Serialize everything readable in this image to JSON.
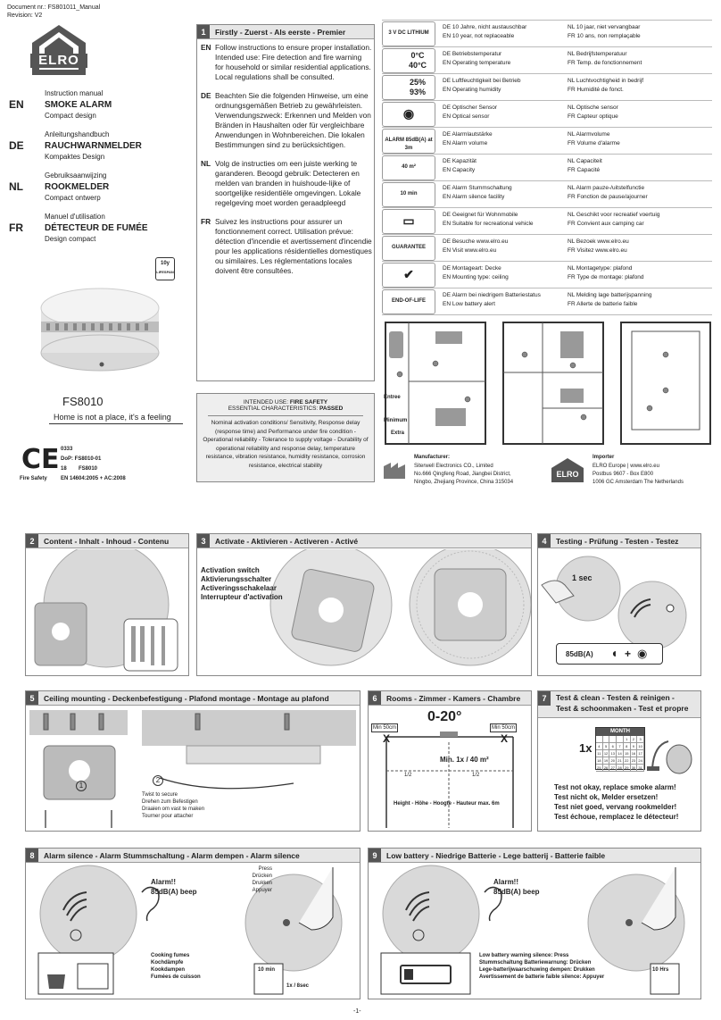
{
  "doc": {
    "number": "Document nr.: FS801011_Manual",
    "revision": "Revision: V2",
    "page": "-1-"
  },
  "brand": {
    "logo_text": "ELRO"
  },
  "languages": [
    {
      "sub": "Instruction manual",
      "code": "EN",
      "title": "SMOKE ALARM",
      "design": "Compact design"
    },
    {
      "sub": "Anleitungshandbuch",
      "code": "DE",
      "title": "RAUCHWARNMELDER",
      "design": "Kompaktes Design"
    },
    {
      "sub": "Gebruiksaanwijzing",
      "code": "NL",
      "title": "ROOKMELDER",
      "design": "Compact ontwerp"
    },
    {
      "sub": "Manuel d'utilisation",
      "code": "FR",
      "title": "DÉTECTEUR DE FUMÉE",
      "design": "Design compact"
    }
  ],
  "product": {
    "model": "FS8010",
    "slogan": "Home is not a place, it's a feeling",
    "badge_top": "10y",
    "badge_bottom": "LIFESPAN"
  },
  "cert": {
    "ce": "CE",
    "number": "0333",
    "dop": "DoP: FS8010-01",
    "year": "18",
    "model": "FS8010",
    "safety_label": "Fire Safety",
    "standard": "EN 14604:2005 + AC:2008"
  },
  "section1": {
    "num": "1",
    "title": "Firstly - Zuerst - Als eerste - Premier",
    "paras": [
      {
        "code": "EN",
        "text": "Follow instructions to ensure proper installation. Intended use: Fire detection and fire warning for household or similar residential applications. Local regulations shall be consulted."
      },
      {
        "code": "DE",
        "text": "Beachten Sie die folgenden Hinweise, um eine ordnungsgemäßen Betrieb zu gewährleisten. Verwendungszweck: Erkennen und Melden von Bränden in Haushalten oder für vergleichbare Anwendungen in Wohnbereichen. Die lokalen Bestimmungen sind zu berücksichtigen."
      },
      {
        "code": "NL",
        "text": "Volg de instructies om een juiste werking te garanderen. Beoogd gebruik: Detecteren en melden van branden in huishoude-lijke of soortgelijke residentiële omgevingen. Lokale regelgeving moet worden geraadpleegd"
      },
      {
        "code": "FR",
        "text": "Suivez les instructions pour assurer un fonctionnement correct. Utilisation prévue: détection d'incendie et avertissement d'incendie pour les applications résidentielles domestiques ou similaires. Les réglementations locales doivent être consultées."
      }
    ]
  },
  "intended": {
    "line1_prefix": "INTENDED USE: ",
    "line1_bold": "FIRE SAFETY",
    "line2_prefix": "ESSENTIAL CHARACTERISTICS: ",
    "line2_bold": "PASSED",
    "body": "Nominal activation conditions/ Sensitivity, Response delay (response time) and Performance under fire condition - Operational reliability - Tolerance to supply voltage - Durability of operational reliability and response delay, temperature resistance, vibration resistance, humidity resistance, corrosion resistance, electrical stability"
  },
  "specs": [
    {
      "icon": "battery-icon",
      "label": "3 V DC LITHIUM",
      "de": "DE 10 Jahre, nicht austauschbar",
      "en": "EN 10 year, not replaceable",
      "nl": "NL 10 jaar, niet vervangbaar",
      "fr": "FR 10 ans, non remplaçable"
    },
    {
      "icon": "thermometer-icon",
      "val1": "0°C",
      "val2": "40°C",
      "de": "DE Betriebstemperatur",
      "en": "EN Operating temperature",
      "nl": "NL Bedrijfstemperatuur",
      "fr": "FR Temp. de fonctionnement"
    },
    {
      "icon": "droplet-icon",
      "val1": "25%",
      "val2": "93%",
      "de": "DE Luftfeuchtigkeit bei Betrieb",
      "en": "EN Operating humidity",
      "nl": "NL Luchtvochtigheid in bedrijf",
      "fr": "FR Humidité de fonct."
    },
    {
      "icon": "eye-icon",
      "de": "DE Optischer Sensor",
      "en": "EN Optical sensor",
      "nl": "NL Optische sensor",
      "fr": "FR Capteur optique"
    },
    {
      "icon": "ear-icon",
      "label": "ALARM 85dB(A) at 3m",
      "de": "DE Alarmlautstärke",
      "en": "EN Alarm volume",
      "nl": "NL Alarmvolume",
      "fr": "FR Volume d'alarme"
    },
    {
      "icon": "expand-icon",
      "label": "40 m²",
      "de": "DE Kapazität",
      "en": "EN Capacity",
      "nl": "NL Capaciteit",
      "fr": "FR Capacité"
    },
    {
      "icon": "pause-icon",
      "label": "10 min",
      "de": "DE Alarm Stummschaltung",
      "en": "EN Alarm silence facility",
      "nl": "NL Alarm pauze-/uitstelfunctie",
      "fr": "FR Fonction de pause/ajourner"
    },
    {
      "icon": "caravan-icon",
      "de": "DE Geeignet für Wohnmobile",
      "en": "EN Suitable for recreational vehicle",
      "nl": "NL Geschikt voor recreatief voertuig",
      "fr": "FR Convient aux camping car"
    },
    {
      "icon": "guarantee-icon",
      "label": "GUARANTEE",
      "de": "DE Besuche www.elro.eu",
      "en": "EN Visit www.elro.eu",
      "nl": "NL Bezoek www.elro.eu",
      "fr": "FR Visitez www.elro.eu"
    },
    {
      "icon": "ceiling-check-icon",
      "de": "DE Montageart: Decke",
      "en": "EN Mounting type: ceiling",
      "nl": "NL Montagetype: plafond",
      "fr": "FR Type de montage: plafond"
    },
    {
      "icon": "low-battery-icon",
      "label": "END-OF-LIFE",
      "de": "DE Alarm bei niedrigem Batteriestatus",
      "en": "EN Low battery alert",
      "nl": "NL Melding lage batterijspanning",
      "fr": "FR Allerte de batterie faible"
    }
  ],
  "floorplan_legend": {
    "entree": "Entree",
    "minimum": "Minimum",
    "extra": "Extra"
  },
  "manufacturer": {
    "title": "Manufacturer:",
    "lines": [
      "Siterwell Electronics CO., Limited",
      "No.666 Qingfeng Road, Jiangbei District,",
      "Ningbo, Zhejiang Province, China 315034"
    ]
  },
  "importer": {
    "title": "Importer",
    "lines": [
      "ELRO Europe | www.elro.eu",
      "Postbus 9607 - Box E800",
      "1006 GC Amsterdam The Netherlands"
    ]
  },
  "s2": {
    "num": "2",
    "title": "Content - Inhalt - Inhoud - Contenu"
  },
  "s3": {
    "num": "3",
    "title": "Activate - Aktivieren - Activeren - Activé",
    "labels": [
      "Activation switch",
      "Aktivierungsschalter",
      "Activeringsschakelaar",
      "Interrupteur d'activation"
    ]
  },
  "s4": {
    "num": "4",
    "title": "Testing - Prüfung - Testen - Testez",
    "sec": "1 sec",
    "db": "85dB(A)"
  },
  "s5": {
    "num": "5",
    "title": "Ceiling mounting - Deckenbefestigung - Plafond montage - Montage au plafond",
    "step1": "1",
    "step2": "2",
    "twist": [
      "Twist to secure",
      "Drehen zum Befestigen",
      "Draaien om vast te maken",
      "Tourner pour attacher"
    ]
  },
  "s6": {
    "num": "6",
    "title": "Rooms - Zimmer - Kamers - Chambre",
    "angle": "0-20°",
    "min_left": "Min 50cm",
    "min_right": "Min 50cm",
    "x": "X",
    "coverage": "Min. 1x / 40 m²",
    "half": "1/2",
    "height": "Height - Höhe - Hoogte - Hauteur max. 6m"
  },
  "s7": {
    "num": "7",
    "title_l1": "Test & clean  - Testen & reinigen -",
    "title_l2": "Test & schoonmaken  - Test et propre",
    "times": "1x",
    "month": "MONTH",
    "days": [
      "",
      "",
      "",
      "",
      "1",
      "2",
      "3",
      "4",
      "5",
      "6",
      "7",
      "8",
      "9",
      "10",
      "11",
      "12",
      "13",
      "14",
      "15",
      "16",
      "17",
      "18",
      "19",
      "20",
      "21",
      "22",
      "23",
      "24",
      "25",
      "26",
      "27",
      "28",
      "29",
      "30",
      "31"
    ],
    "warn": [
      "Test not okay, replace smoke alarm!",
      "Test nicht ok, Melder ersetzen!",
      "Test niet goed, vervang rookmelder!",
      "Test échoue, remplacez le détecteur!"
    ]
  },
  "s8": {
    "num": "8",
    "title": "Alarm silence - Alarm Stummschaltung - Alarm dempen - Alarm silence",
    "alarm": [
      "Alarm!!",
      "85dB(A) beep"
    ],
    "press": [
      "Press",
      "Drücken",
      "Drukken",
      "Appuyer"
    ],
    "cooking": [
      "Cooking fumes",
      "Kochdämpfe",
      "Kookdampen",
      "Fumées de cuisson"
    ],
    "pause_time": "10 min",
    "blink": "1x / 8sec"
  },
  "s9": {
    "num": "9",
    "title": "Low battery - Niedrige Batterie - Lege batterij - Batterie faible",
    "alarm": [
      "Alarm!!",
      "85dB(A) beep"
    ],
    "silence": [
      "Low battery warning silence: Press",
      "Stummschaltung Batteriewarnung: Drücken",
      "Lege-batterijwaarschuwing dempen: Drukken",
      "Avertissement de batterie faible silence: Appuyer"
    ],
    "hrs": "10 Hrs"
  }
}
